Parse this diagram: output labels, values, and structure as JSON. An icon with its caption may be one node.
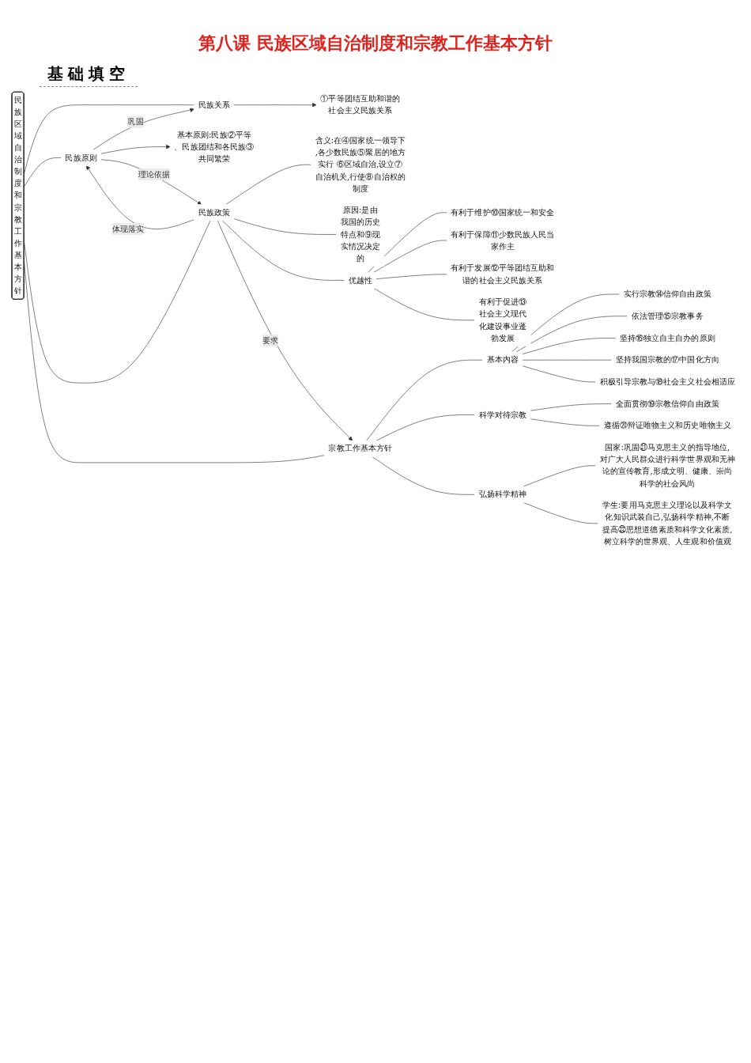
{
  "diagram": {
    "title": "第八课  民族区域自治制度和宗教工作基本方针",
    "nodes": [
      {
        "text": [
          "民族区域自治制度和宗教工作基本方针"
        ]
      },
      {
        "text": [
          "民族关系"
        ]
      },
      {
        "text": [
          "①平等团结互助和谐的社会主义民族关系"
        ]
      },
      {
        "text": [
          "民族原则"
        ]
      },
      {
        "text": [
          "基本原则:民族②平等、民族团结和各民族③共同繁荣"
        ]
      },
      {
        "text": [
          "民族政策"
        ]
      },
      {
        "text": [
          "含义:在④国家统一领导下,各少数民族⑤聚居的地方实行 ⑥区域自治,设立⑦自治机关,行使⑧自治权的制度"
        ]
      },
      {
        "text": [
          "原因:是由我国的历史特点和⑨现实情况决定的"
        ]
      },
      {
        "text": [
          "优越性"
        ]
      },
      {
        "text": [
          "有利于维护⑩国家统一和安全"
        ]
      },
      {
        "text": [
          "有利于保障⑪少数民族人民当家作主"
        ]
      },
      {
        "text": [
          "有利于发展⑫平等团结互助和谐的社会主义民族关系"
        ]
      },
      {
        "text": [
          "有利于促进⑬社会主义现代化建设事业蓬勃发展"
        ]
      },
      {
        "text": [
          "宗教工作基本方针"
        ]
      },
      {
        "text": [
          "基本内容"
        ]
      },
      {
        "text": [
          "实行宗教⑭信仰自由政策"
        ]
      },
      {
        "text": [
          "依法管理⑮宗教事务"
        ]
      },
      {
        "text": [
          "坚持⑯独立自主自办的原则"
        ]
      },
      {
        "text": [
          "坚持我国宗教的⑰中国化方向"
        ]
      },
      {
        "text": [
          "积极引导宗教与⑱社会主义社会相适应"
        ]
      },
      {
        "text": [
          "科学对待宗教"
        ]
      },
      {
        "text": [
          "全面贯彻⑲宗教信仰自由政策"
        ]
      },
      {
        "text": [
          "遵循⑳辩证唯物主义和历史唯物主义"
        ]
      },
      {
        "text": [
          "弘扬科学精神"
        ]
      },
      {
        "text": [
          "国家:巩固㉑马克思主义的指导地位,对广大人民群众进行科学世界观和无神论的宣传教育,形成文明、健康、崇尚科学的社会风尚"
        ]
      },
      {
        "text": [
          "学生:要用马克思主义理论以及科学文化知识武装自己,弘扬科学精神,不断提高㉒思想道德素质和科学文化素质,树立科学的世界观、人生观和价值观"
        ]
      }
    ],
    "edges": [
      {
        "from": 0,
        "to": 1,
        "arrow": "none"
      },
      {
        "from": 0,
        "to": 3,
        "arrow": "none"
      },
      {
        "from": 0,
        "to": 5,
        "arrow": "none"
      },
      {
        "from": 0,
        "to": 13,
        "arrow": "none"
      },
      {
        "from": 1,
        "to": 2,
        "arrow": "to"
      },
      {
        "from": 3,
        "to": 1,
        "arrow": "to",
        "label": "巩固"
      },
      {
        "from": 3,
        "to": 4,
        "arrow": "to"
      },
      {
        "from": 3,
        "to": 5,
        "arrow": "to",
        "label": "理论依据"
      },
      {
        "from": 5,
        "to": 3,
        "arrow": "to",
        "label": "体现落实"
      },
      {
        "from": 5,
        "to": 6,
        "arrow": "none"
      },
      {
        "from": 5,
        "to": 7,
        "arrow": "none"
      },
      {
        "from": 5,
        "to": 8,
        "arrow": "none"
      },
      {
        "from": 8,
        "to": 9,
        "arrow": "none"
      },
      {
        "from": 8,
        "to": 10,
        "arrow": "none"
      },
      {
        "from": 8,
        "to": 11,
        "arrow": "none"
      },
      {
        "from": 8,
        "to": 12,
        "arrow": "none"
      },
      {
        "from": 5,
        "to": 13,
        "arrow": "to",
        "label": "要求"
      },
      {
        "from": 13,
        "to": 14,
        "arrow": "none"
      },
      {
        "from": 13,
        "to": 20,
        "arrow": "none"
      },
      {
        "from": 13,
        "to": 23,
        "arrow": "none"
      },
      {
        "from": 14,
        "to": 15,
        "arrow": "none"
      },
      {
        "from": 14,
        "to": 16,
        "arrow": "none"
      },
      {
        "from": 14,
        "to": 17,
        "arrow": "none"
      },
      {
        "from": 14,
        "to": 18,
        "arrow": "none"
      },
      {
        "from": 14,
        "to": 19,
        "arrow": "none"
      },
      {
        "from": 20,
        "to": 21,
        "arrow": "none"
      },
      {
        "from": 20,
        "to": 22,
        "arrow": "none"
      },
      {
        "from": 23,
        "to": 24,
        "arrow": "none"
      },
      {
        "from": 23,
        "to": 25,
        "arrow": "none"
      }
    ],
    "labels": [
      "基础填空"
    ]
  }
}
